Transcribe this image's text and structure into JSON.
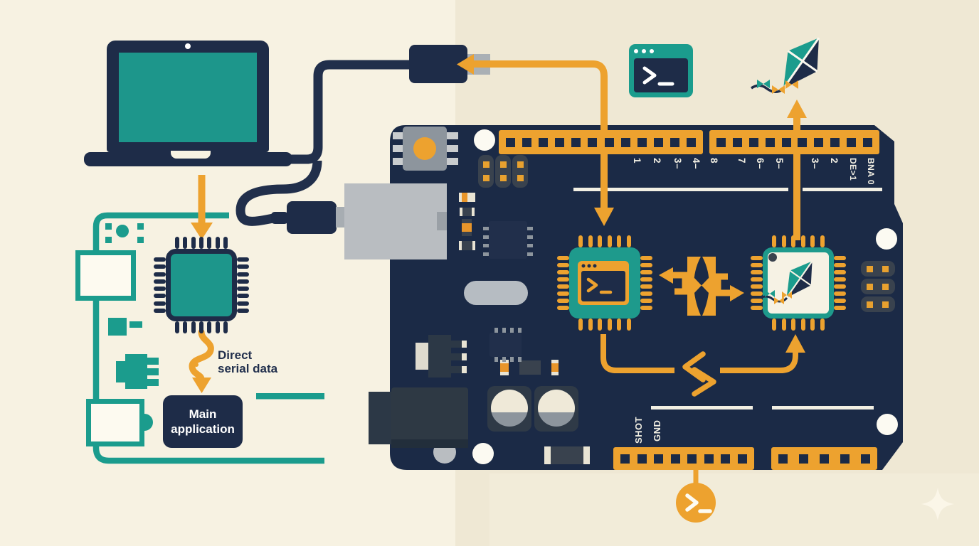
{
  "title": "Laptop to microcontroller serial data flow diagram",
  "annotations": {
    "direct_serial_line1": "Direct",
    "direct_serial_line2": "serial data",
    "main_app_line1": "Main",
    "main_app_line2": "application"
  },
  "board": {
    "top_pin_labels": [
      "1",
      "2",
      "3–",
      "4–",
      "8",
      "7",
      "6–",
      "5–",
      "3–",
      "2",
      "DE>1",
      "BNA 0"
    ],
    "bottom_pin_labels": [
      "SHOT",
      "GND"
    ]
  },
  "icons": [
    "laptop-icon",
    "usb-cable",
    "usb-connector-icon",
    "terminal-window-icon",
    "kite-icon",
    "mcu-chip-icon",
    "terminal-chip-icon",
    "kite-chip-icon",
    "swap-arrows-icon",
    "exchange-glyph-icon",
    "terminal-circle-icon",
    "sparkle-icon",
    "reset-button",
    "usb-b-port",
    "power-jack",
    "capacitor",
    "crystal-oscillator"
  ],
  "colors": {
    "background_left": "#f7f2e2",
    "background_right": "#efe8d4",
    "board_navy": "#1b2a46",
    "ink_navy": "#1e2c48",
    "teal": "#1b9c8d",
    "orange": "#eda22f",
    "silkscreen": "#f2efe3",
    "metal_gray": "#b7bcc0"
  }
}
